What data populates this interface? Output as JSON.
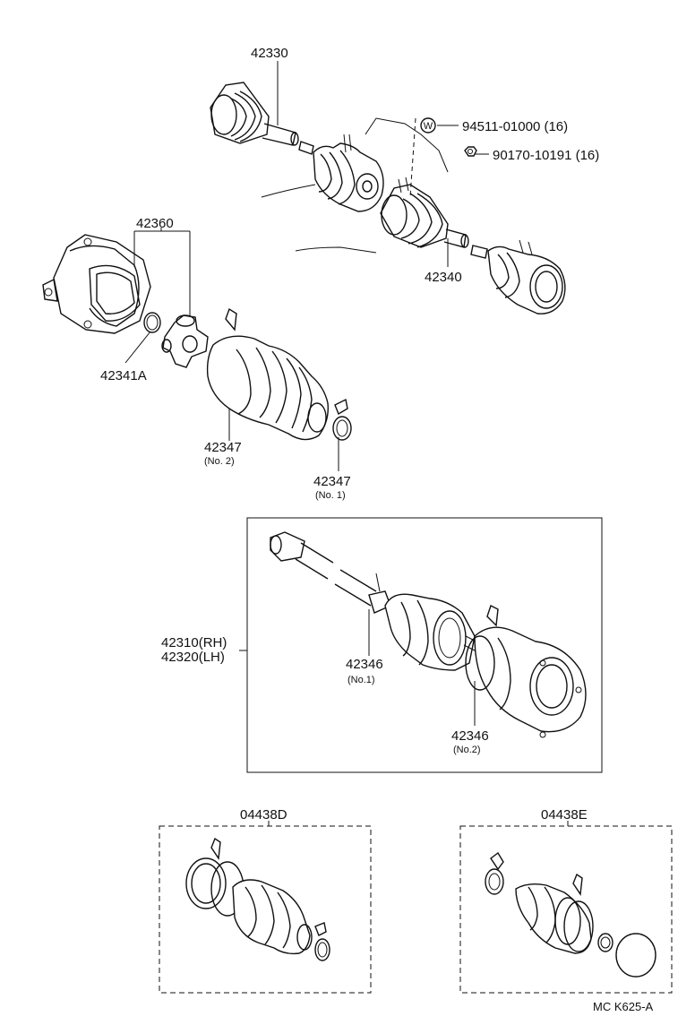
{
  "parts": {
    "p42330": "42330",
    "p94511": "94511-01000 (16)",
    "p90170": "90170-10191 (16)",
    "p42360": "42360",
    "p42340": "42340",
    "p42341A": "42341A",
    "p42347_2": "42347",
    "p42347_2_sub": "(No. 2)",
    "p42347_1": "42347",
    "p42347_1_sub": "(No. 1)",
    "p42310": "42310(RH)",
    "p42320": "42320(LH)",
    "p42346_1": "42346",
    "p42346_1_sub": "(No.1)",
    "p42346_2": "42346",
    "p42346_2_sub": "(No.2)",
    "p04438D": "04438D",
    "p04438E": "04438E"
  },
  "washer_symbol": "W",
  "footer": "MC  K625-A"
}
